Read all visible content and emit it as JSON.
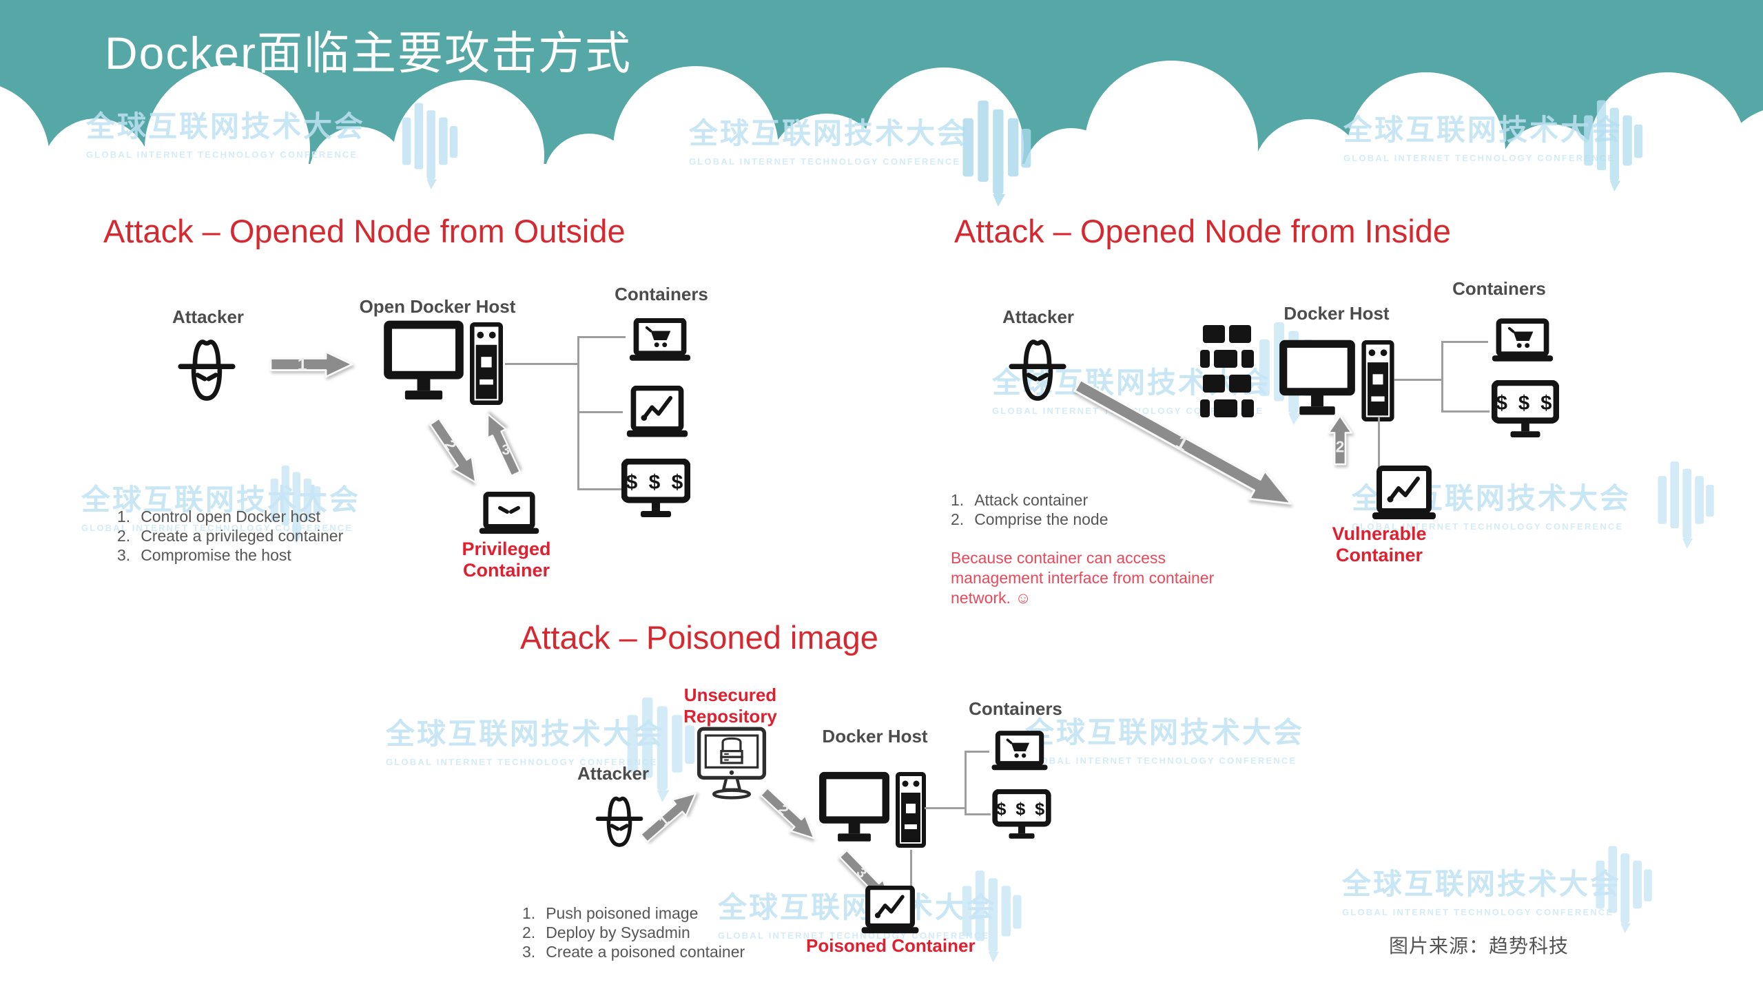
{
  "slide": {
    "title": "Docker面临主要攻击方式",
    "source_note": "图片来源：趋势科技"
  },
  "watermark": {
    "cn": "全球互联网技术大会",
    "en": "GLOBAL INTERNET TECHNOLOGY CONFERENCE",
    "logo": "gitc-shield-logo"
  },
  "colors": {
    "teal_band": "#55a8a6",
    "section_title_red": "#d7282f",
    "label_red": "#e01f2f",
    "note_red": "#e8495a",
    "label_gray": "#4c4c4c",
    "icon_black": "#141414",
    "arrow_gray": "#8c8c8c",
    "watermark_blue": "#bfe2f3"
  },
  "icons": {
    "attacker": "spy-hat-face-icon",
    "docker_host": "desktop-tower-icon",
    "container_cart": "laptop-shopping-cart-icon",
    "container_chart": "laptop-line-chart-icon",
    "container_money": "monitor-dollars-icon",
    "privileged": "evil-laptop-icon",
    "repository": "imac-server-stack-icon",
    "firewall": "brick-wall-icon",
    "dollars": "$ $ $"
  },
  "diagrams": {
    "outside": {
      "title": "Attack – Opened Node from Outside",
      "attacker_label": "Attacker",
      "host_label": "Open Docker Host",
      "containers_label": "Containers",
      "result_label": "Privileged Container",
      "arrows": [
        "1",
        "2",
        "3"
      ],
      "steps": [
        {
          "n": "1.",
          "t": "Control open Docker host"
        },
        {
          "n": "2.",
          "t": "Create a privileged container"
        },
        {
          "n": "3.",
          "t": "Compromise the host"
        }
      ]
    },
    "inside": {
      "title": "Attack – Opened Node from Inside",
      "attacker_label": "Attacker",
      "host_label": "Docker Host",
      "containers_label": "Containers",
      "result_label": "Vulnerable Container",
      "arrows": [
        "1",
        "2"
      ],
      "steps": [
        {
          "n": "1.",
          "t": "Attack container"
        },
        {
          "n": "2.",
          "t": "Comprise the node"
        }
      ],
      "note": "Because container can access management interface from container network. ☺"
    },
    "poisoned": {
      "title": "Attack – Poisoned image",
      "attacker_label": "Attacker",
      "repository_label": "Unsecured Repository",
      "host_label": "Docker Host",
      "containers_label": "Containers",
      "result_label": "Poisoned Container",
      "arrows": [
        "1",
        "2",
        "3"
      ],
      "steps": [
        {
          "n": "1.",
          "t": "Push poisoned image"
        },
        {
          "n": "2.",
          "t": "Deploy by Sysadmin"
        },
        {
          "n": "3.",
          "t": "Create a poisoned container"
        }
      ]
    }
  }
}
